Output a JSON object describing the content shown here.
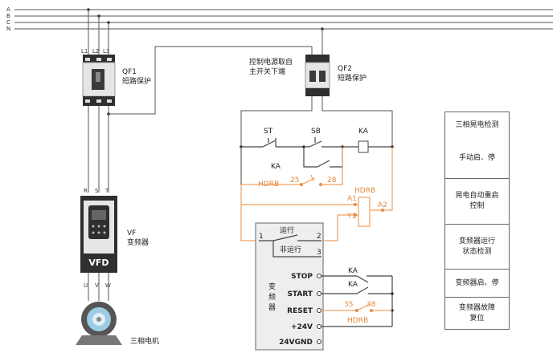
{
  "buses": [
    "A",
    "B",
    "C",
    "N"
  ],
  "qf1": {
    "name": "QF1",
    "desc": "短路保护",
    "terminals": [
      "L1",
      "L2",
      "L3"
    ]
  },
  "qf2": {
    "name": "QF2",
    "desc": "短路保护",
    "note_line1": "控制电源取自",
    "note_line2": "主开关下端"
  },
  "vfd": {
    "name": "VF",
    "desc": "变频器",
    "badge": "VFD",
    "input_terminals": [
      "R",
      "S",
      "T"
    ],
    "output_terminals": [
      "U",
      "V",
      "W"
    ]
  },
  "motor": {
    "label": "三相电机"
  },
  "contacts": {
    "st": "ST",
    "sb": "SB",
    "ka_coil": "KA",
    "ka_contact": "KA",
    "ka_stop": "KA",
    "ka_start": "KA"
  },
  "hdrb": {
    "label_left": "HDRB",
    "label_right": "HDRB",
    "label_reset": "HDRB",
    "pin25": "25",
    "pin28": "28",
    "a1": "A1",
    "a2": "A2",
    "y1": "Y1",
    "pin35": "35",
    "pin38": "38"
  },
  "inverter": {
    "title_chars": [
      "变",
      "频",
      "器"
    ],
    "pin1": "1",
    "pin2": "2",
    "pin3": "3",
    "run_label": "运行",
    "notrun_label": "非运行",
    "terminals": [
      "STOP",
      "START",
      "RESET",
      "+24V",
      "24VGND"
    ]
  },
  "function_table": [
    {
      "line1": "三相晃电检测",
      "line2": ""
    },
    {
      "line1": "手动启、停",
      "line2": ""
    },
    {
      "line1": "晃电自动重启",
      "line2": "控制"
    },
    {
      "line1": "变频器运行",
      "line2": "状态检测"
    },
    {
      "line1": "变频器启、停",
      "line2": ""
    },
    {
      "line1": "变频器故障",
      "line2": "复位"
    }
  ],
  "colors": {
    "accent": "#e48a3c",
    "line": "#555555",
    "device_body": "#2f2f2f",
    "device_face": "#e6e6e6"
  }
}
